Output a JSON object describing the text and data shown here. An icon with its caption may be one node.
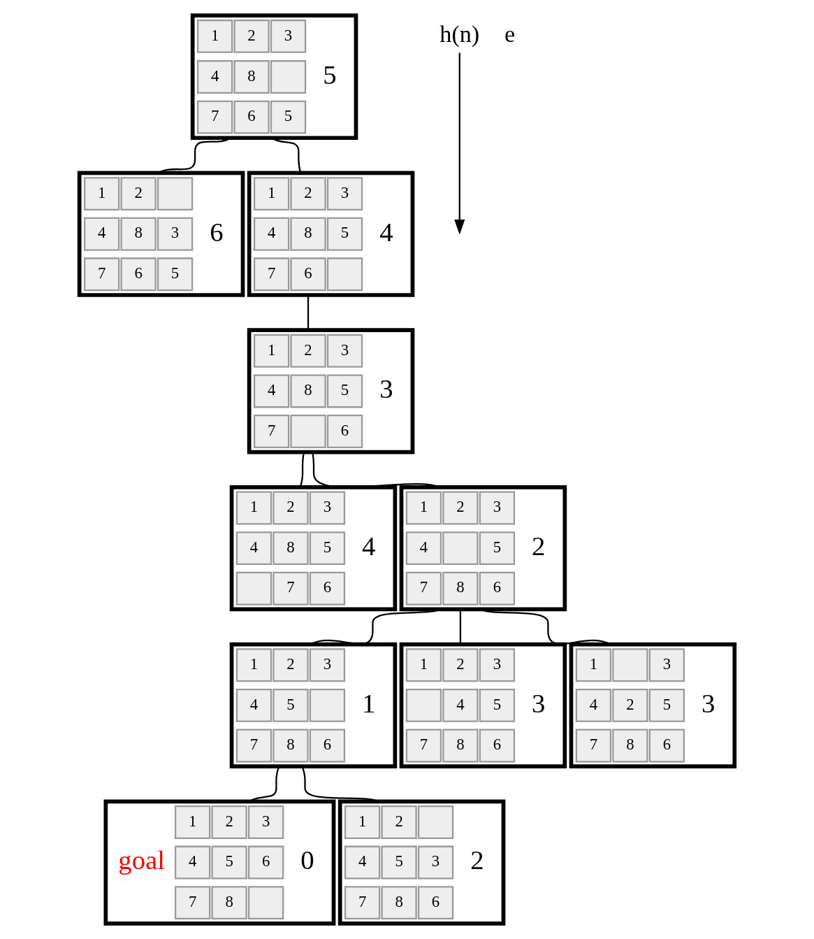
{
  "diagram": {
    "nodes": [
      {
        "text": [],
        "shape": "box",
        "beside": [
          "5"
        ]
      },
      {
        "text": [
          "1"
        ],
        "in": 0
      },
      {
        "text": [
          "2"
        ],
        "in": 0
      },
      {
        "text": [
          "3"
        ],
        "in": 0
      },
      {
        "text": [
          "4"
        ],
        "in": 0
      },
      {
        "text": [
          "8"
        ],
        "in": 0
      },
      {
        "text": [],
        "shape": "box",
        "in": 0
      },
      {
        "text": [
          "7"
        ],
        "in": 0
      },
      {
        "text": [
          "6"
        ],
        "in": 0
      },
      {
        "text": [
          "5"
        ],
        "in": 0
      },
      {
        "text": [],
        "shape": "box",
        "beside": [
          "6"
        ]
      },
      {
        "text": [
          "1"
        ],
        "in": 10
      },
      {
        "text": [
          "2"
        ],
        "in": 10
      },
      {
        "text": [],
        "shape": "box",
        "in": 10
      },
      {
        "text": [
          "4"
        ],
        "in": 10
      },
      {
        "text": [
          "8"
        ],
        "in": 10
      },
      {
        "text": [
          "3"
        ],
        "in": 10
      },
      {
        "text": [
          "7"
        ],
        "in": 10
      },
      {
        "text": [
          "6"
        ],
        "in": 10
      },
      {
        "text": [
          "5"
        ],
        "in": 10
      },
      {
        "text": [],
        "shape": "box",
        "beside": [
          "4"
        ]
      },
      {
        "text": [
          "1"
        ],
        "in": 20
      },
      {
        "text": [
          "2"
        ],
        "in": 20
      },
      {
        "text": [
          "3"
        ],
        "in": 20
      },
      {
        "text": [
          "4"
        ],
        "in": 20
      },
      {
        "text": [
          "8"
        ],
        "in": 20
      },
      {
        "text": [
          "5"
        ],
        "in": 20
      },
      {
        "text": [
          "7"
        ],
        "in": 20
      },
      {
        "text": [
          "6"
        ],
        "in": 20
      },
      {
        "text": [],
        "shape": "box",
        "in": 20
      },
      {
        "text": [],
        "shape": "box",
        "beside": [
          "3"
        ]
      },
      {
        "text": [
          "1"
        ],
        "in": 30
      },
      {
        "text": [
          "2"
        ],
        "in": 30
      },
      {
        "text": [
          "3"
        ],
        "in": 30
      },
      {
        "text": [
          "4"
        ],
        "in": 30
      },
      {
        "text": [
          "8"
        ],
        "in": 30
      },
      {
        "text": [
          "5"
        ],
        "in": 30
      },
      {
        "text": [
          "7"
        ],
        "in": 30
      },
      {
        "text": [],
        "shape": "box",
        "in": 30
      },
      {
        "text": [
          "6"
        ],
        "in": 30
      },
      {
        "text": [],
        "shape": "box",
        "beside": [
          "4"
        ]
      },
      {
        "text": [
          "1"
        ],
        "in": 40
      },
      {
        "text": [
          "2"
        ],
        "in": 40
      },
      {
        "text": [
          "3"
        ],
        "in": 40
      },
      {
        "text": [
          "4"
        ],
        "in": 40
      },
      {
        "text": [
          "8"
        ],
        "in": 40
      },
      {
        "text": [
          "5"
        ],
        "in": 40
      },
      {
        "text": [],
        "shape": "box",
        "in": 40
      },
      {
        "text": [
          "7"
        ],
        "in": 40
      },
      {
        "text": [
          "6"
        ],
        "in": 40
      },
      {
        "text": [],
        "shape": "box",
        "beside": [
          "2"
        ]
      },
      {
        "text": [
          "1"
        ],
        "in": 50
      },
      {
        "text": [
          "2"
        ],
        "in": 50
      },
      {
        "text": [
          "3"
        ],
        "in": 50
      },
      {
        "text": [
          "4"
        ],
        "in": 50
      },
      {
        "text": [],
        "shape": "box",
        "in": 50
      },
      {
        "text": [
          "5"
        ],
        "in": 50
      },
      {
        "text": [
          "7"
        ],
        "in": 50
      },
      {
        "text": [
          "8"
        ],
        "in": 50
      },
      {
        "text": [
          "6"
        ],
        "in": 50
      },
      {
        "text": [],
        "shape": "box",
        "beside": [
          "1"
        ]
      },
      {
        "text": [
          "1"
        ],
        "in": 60
      },
      {
        "text": [
          "2"
        ],
        "in": 60
      },
      {
        "text": [
          "3"
        ],
        "in": 60
      },
      {
        "text": [
          "4"
        ],
        "in": 60
      },
      {
        "text": [
          "5"
        ],
        "in": 60
      },
      {
        "text": [],
        "shape": "box",
        "in": 60
      },
      {
        "text": [
          "7"
        ],
        "in": 60
      },
      {
        "text": [
          "8"
        ],
        "in": 60
      },
      {
        "text": [
          "6"
        ],
        "in": 60
      },
      {
        "text": [],
        "shape": "box",
        "beside": [
          "3"
        ]
      },
      {
        "text": [
          "1"
        ],
        "in": 70
      },
      {
        "text": [
          "2"
        ],
        "in": 70
      },
      {
        "text": [
          "3"
        ],
        "in": 70
      },
      {
        "text": [],
        "shape": "box",
        "in": 70
      },
      {
        "text": [
          "4"
        ],
        "in": 70
      },
      {
        "text": [
          "5"
        ],
        "in": 70
      },
      {
        "text": [
          "7"
        ],
        "in": 70
      },
      {
        "text": [
          "8"
        ],
        "in": 70
      },
      {
        "text": [
          "6"
        ],
        "in": 70
      },
      {
        "text": [],
        "shape": "box",
        "beside": [
          "3"
        ]
      },
      {
        "text": [
          "1"
        ],
        "in": 80
      },
      {
        "text": [],
        "shape": "box",
        "in": 80
      },
      {
        "text": [
          "3"
        ],
        "in": 80
      },
      {
        "text": [
          "4"
        ],
        "in": 80
      },
      {
        "text": [
          "2"
        ],
        "in": 80
      },
      {
        "text": [
          "5"
        ],
        "in": 80
      },
      {
        "text": [
          "7"
        ],
        "in": 80
      },
      {
        "text": [
          "8"
        ],
        "in": 80
      },
      {
        "text": [
          "6"
        ],
        "in": 80
      },
      {
        "text": [],
        "shape": "box",
        "beside": [
          "goal",
          "0"
        ]
      },
      {
        "text": [
          "1"
        ],
        "in": 90
      },
      {
        "text": [
          "2"
        ],
        "in": 90
      },
      {
        "text": [
          "3"
        ],
        "in": 90
      },
      {
        "text": [
          "4"
        ],
        "in": 90
      },
      {
        "text": [
          "5"
        ],
        "in": 90
      },
      {
        "text": [
          "6"
        ],
        "in": 90
      },
      {
        "text": [
          "7"
        ],
        "in": 90
      },
      {
        "text": [
          "8"
        ],
        "in": 90
      },
      {
        "text": [],
        "shape": "box",
        "in": 90
      },
      {
        "text": [],
        "shape": "box",
        "beside": [
          "2"
        ]
      },
      {
        "text": [
          "1"
        ],
        "in": 100
      },
      {
        "text": [
          "2"
        ],
        "in": 100
      },
      {
        "text": [],
        "shape": "box",
        "in": 100
      },
      {
        "text": [
          "4"
        ],
        "in": 100
      },
      {
        "text": [
          "5"
        ],
        "in": 100
      },
      {
        "text": [
          "3"
        ],
        "in": 100
      },
      {
        "text": [
          "7"
        ],
        "in": 100
      },
      {
        "text": [
          "8"
        ],
        "in": 100
      },
      {
        "text": [
          "6"
        ],
        "in": 100
      },
      {
        "text": [
          "h(n)"
        ]
      }
    ],
    "edges": [
      {
        "from": 0,
        "to": 10,
        "arrow": "none"
      },
      {
        "from": 0,
        "to": 20,
        "arrow": "none"
      },
      {
        "from": 20,
        "to": 30,
        "arrow": "none"
      },
      {
        "from": 30,
        "to": 40,
        "arrow": "none"
      },
      {
        "from": 30,
        "to": 50,
        "arrow": "none"
      },
      {
        "from": 50,
        "to": 60,
        "arrow": "none"
      },
      {
        "from": 50,
        "to": 70,
        "arrow": "none"
      },
      {
        "from": 50,
        "to": 80,
        "arrow": "none"
      },
      {
        "from": 60,
        "to": 90,
        "arrow": "none"
      },
      {
        "from": 60,
        "to": 100,
        "arrow": "none"
      },
      {
        "from": 110,
        "to": null,
        "arrow": "to"
      }
    ],
    "labels": [
      "e"
    ]
  }
}
